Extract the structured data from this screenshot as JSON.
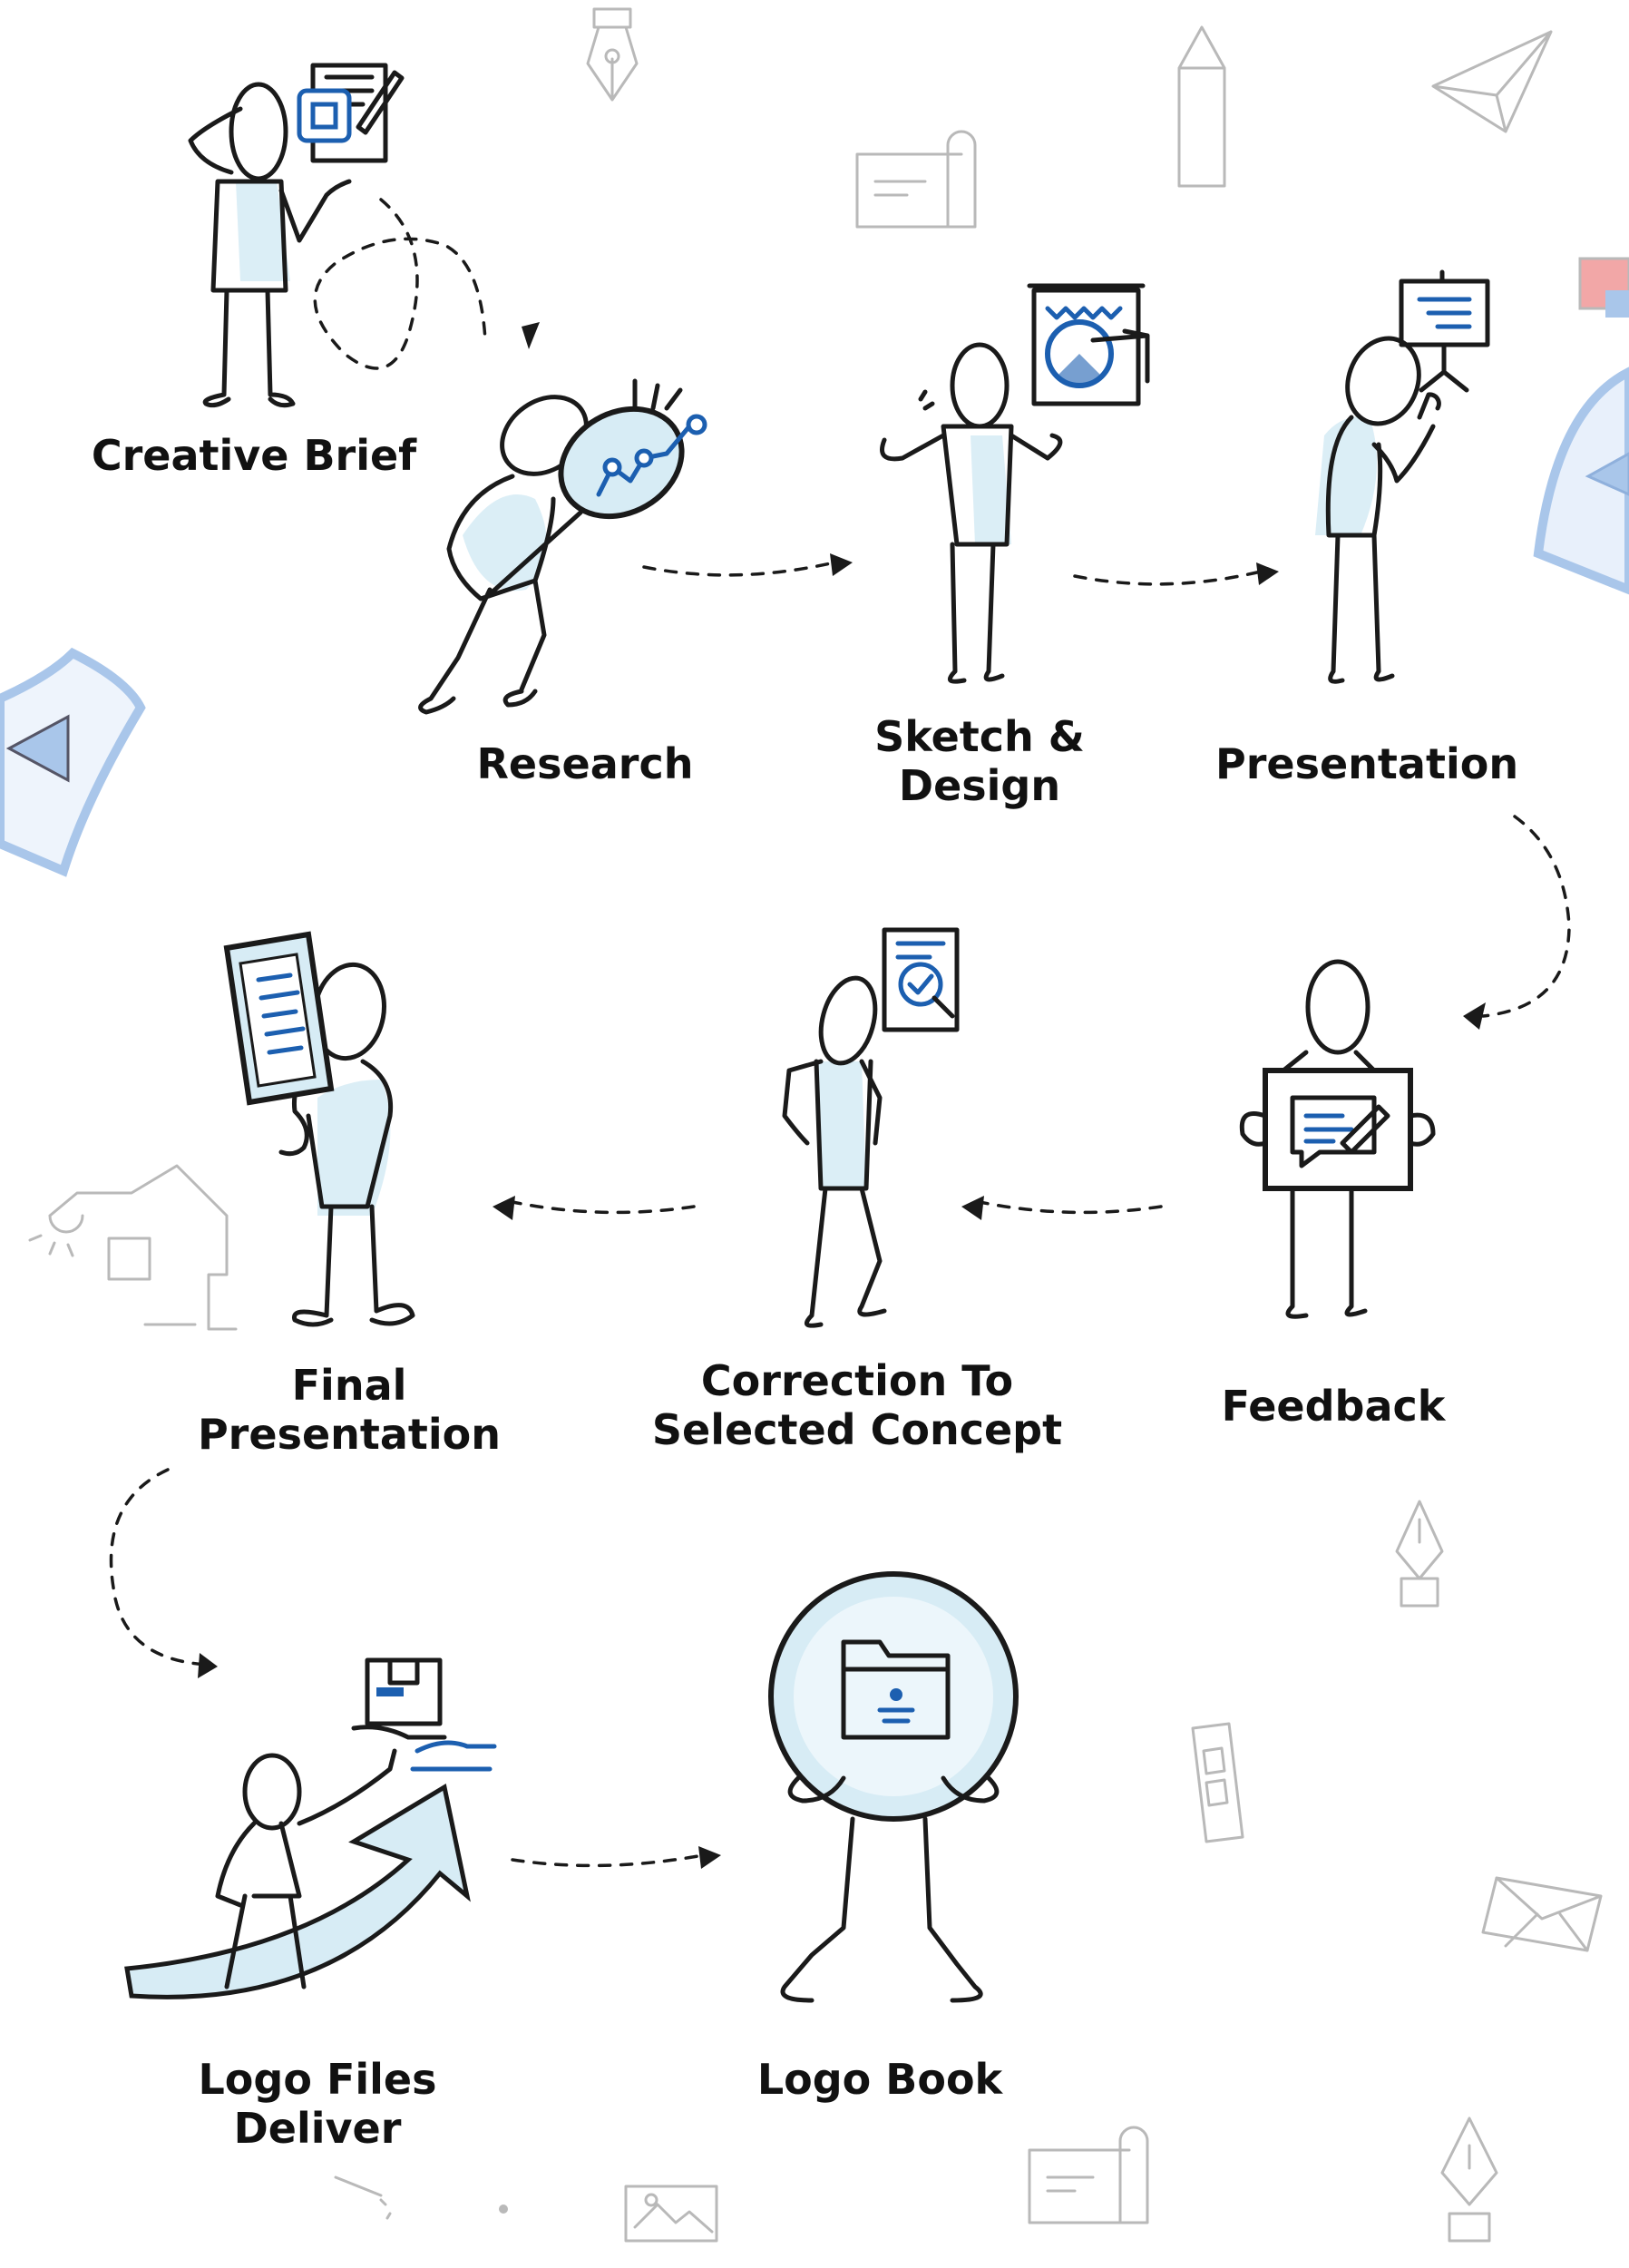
{
  "steps": [
    {
      "id": "creative-brief",
      "label": "Creative Brief"
    },
    {
      "id": "research",
      "label": "Research"
    },
    {
      "id": "sketch-design",
      "label": "Sketch &\nDesign"
    },
    {
      "id": "presentation",
      "label": "Presentation"
    },
    {
      "id": "feedback",
      "label": "Feedback"
    },
    {
      "id": "correction",
      "label": "Correction To\nSelected Concept"
    },
    {
      "id": "final-presentation",
      "label": "Final\nPresentation"
    },
    {
      "id": "logo-files-deliver",
      "label": "Logo Files Deliver"
    },
    {
      "id": "logo-book",
      "label": "Logo Book"
    }
  ],
  "colors": {
    "ink": "#1a1a1a",
    "accent": "#1c5fb0",
    "wash": "#cfe8f3",
    "decoration": "#b9b9b9"
  },
  "icons": {
    "creative-brief": "brief-document-icon",
    "research": "magnifier-chart-icon",
    "sketch-design": "drawing-board-icon",
    "presentation": "presentation-easel-icon",
    "feedback": "chat-edit-icon",
    "correction": "document-check-icon",
    "final-presentation": "document-list-icon",
    "logo-files-deliver": "package-hand-icon",
    "logo-book": "folder-icon"
  }
}
